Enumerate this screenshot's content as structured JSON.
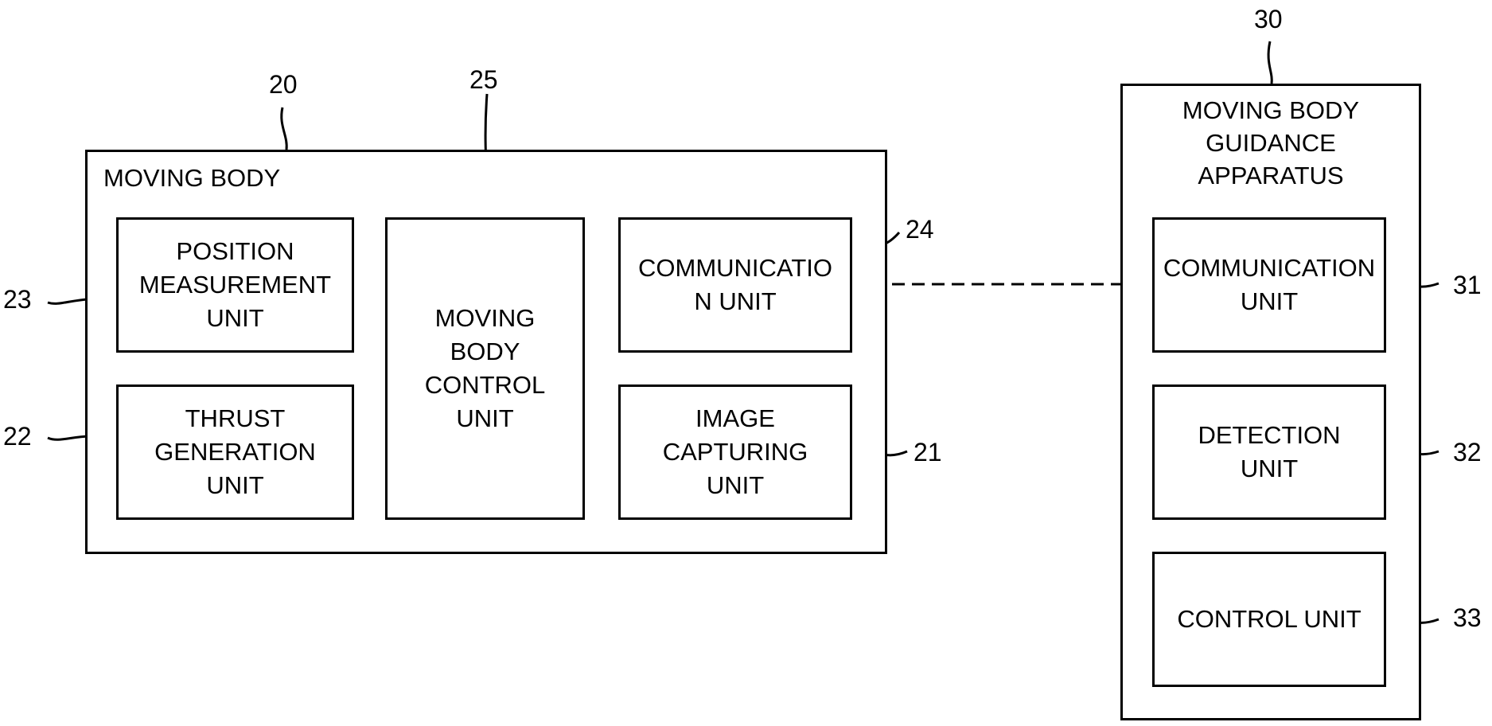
{
  "diagram": {
    "moving_body": {
      "ref": "20",
      "title": "MOVING BODY",
      "position_measurement_unit": {
        "ref": "23",
        "label": "POSITION\nMEASUREMENT\nUNIT"
      },
      "thrust_generation_unit": {
        "ref": "22",
        "label": "THRUST\nGENERATION\nUNIT"
      },
      "moving_body_control_unit": {
        "ref": "25",
        "label": "MOVING\nBODY\nCONTROL\nUNIT"
      },
      "communication_unit": {
        "ref": "24",
        "label": "COMMUNICATIO\nN UNIT"
      },
      "image_capturing_unit": {
        "ref": "21",
        "label": "IMAGE\nCAPTURING\nUNIT"
      }
    },
    "guidance_apparatus": {
      "ref": "30",
      "title": "MOVING BODY\nGUIDANCE\nAPPARATUS",
      "communication_unit": {
        "ref": "31",
        "label": "COMMUNICATION\nUNIT"
      },
      "detection_unit": {
        "ref": "32",
        "label": "DETECTION\nUNIT"
      },
      "control_unit": {
        "ref": "33",
        "label": "CONTROL UNIT"
      }
    }
  }
}
